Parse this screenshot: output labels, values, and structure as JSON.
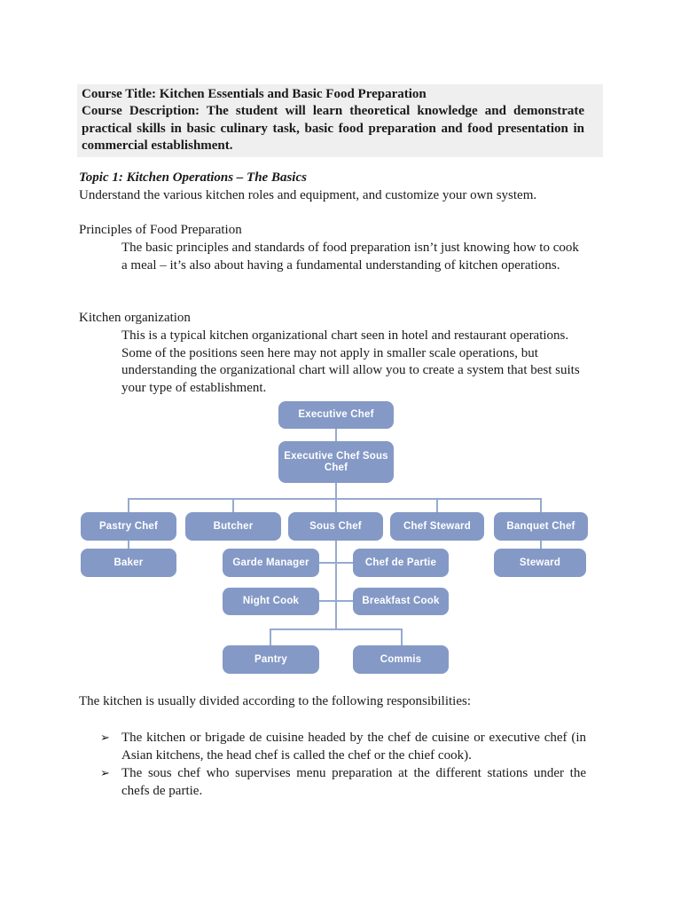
{
  "course_header": {
    "background_color": "#efefef",
    "title": "Course Title: Kitchen Essentials and Basic Food Preparation",
    "description": "Course Description: The student will learn theoretical knowledge and demonstrate practical skills in basic culinary task, basic food preparation and food presentation in commercial establishment."
  },
  "topic": {
    "heading": "Topic 1: Kitchen Operations – The Basics",
    "subheading": "Understand the various kitchen roles and equipment, and customize your own system."
  },
  "sections": {
    "principles": {
      "heading": "Principles of Food Preparation",
      "body": "The basic principles and standards of food preparation isn’t just knowing how to cook a meal – it’s also about having a fundamental understanding of kitchen operations."
    },
    "kitchen_organization": {
      "heading": "Kitchen organization",
      "body": "This is a typical kitchen organizational chart seen in hotel and restaurant operations. Some of the positions seen here may not apply in smaller scale operations, but understanding the organizational chart will allow you to create a system that best suits your type of establishment."
    }
  },
  "org_chart": {
    "type": "org-diagram",
    "box_color": "#8499c6",
    "line_color": "#95abce",
    "text_color": "#ffffff",
    "nodes": {
      "executive_chef": "Executive Chef",
      "executive_sous_chef": "Executive Chef Sous Chef",
      "pastry_chef": "Pastry Chef",
      "butcher": "Butcher",
      "sous_chef": "Sous Chef",
      "chef_steward": "Chef Steward",
      "banquet_chef": "Banquet Chef",
      "baker": "Baker",
      "garde_manager": "Garde Manager",
      "chef_de_partie": "Chef de Partie",
      "night_cook": "Night Cook",
      "breakfast_cook": "Breakfast Cook",
      "pantry": "Pantry",
      "commis": "Commis"
    },
    "edges": [
      [
        "Executive Chef",
        "Executive Chef Sous Chef"
      ],
      [
        "Executive Chef Sous Chef",
        "Pastry Chef"
      ],
      [
        "Executive Chef Sous Chef",
        "Butcher"
      ],
      [
        "Executive Chef Sous Chef",
        "Sous Chef"
      ],
      [
        "Executive Chef Sous Chef",
        "Chef Steward"
      ],
      [
        "Executive Chef Sous Chef",
        "Banquet Chef"
      ],
      [
        "Pastry Chef",
        "Baker"
      ],
      [
        "Banquet Chef",
        "Steward"
      ],
      [
        "Sous Chef",
        "Garde Manager"
      ],
      [
        "Sous Chef",
        "Chef de Partie"
      ],
      [
        "Sous Chef",
        "Night Cook"
      ],
      [
        "Sous Chef",
        "Breakfast Cook"
      ],
      [
        "Sous Chef",
        "Pantry"
      ],
      [
        "Sous Chef",
        "Commis"
      ]
    ],
    "steward_label": "Steward"
  },
  "responsibilities": {
    "intro": "The kitchen is usually divided according to the following responsibilities:",
    "bullet_glyph": "➢",
    "items": [
      "The kitchen or brigade de cuisine headed by the chef de cuisine or executive chef (in Asian kitchens, the head chef is called the chef or the chief cook).",
      "The sous chef who supervises menu preparation at the different stations under the chefs de partie."
    ]
  }
}
